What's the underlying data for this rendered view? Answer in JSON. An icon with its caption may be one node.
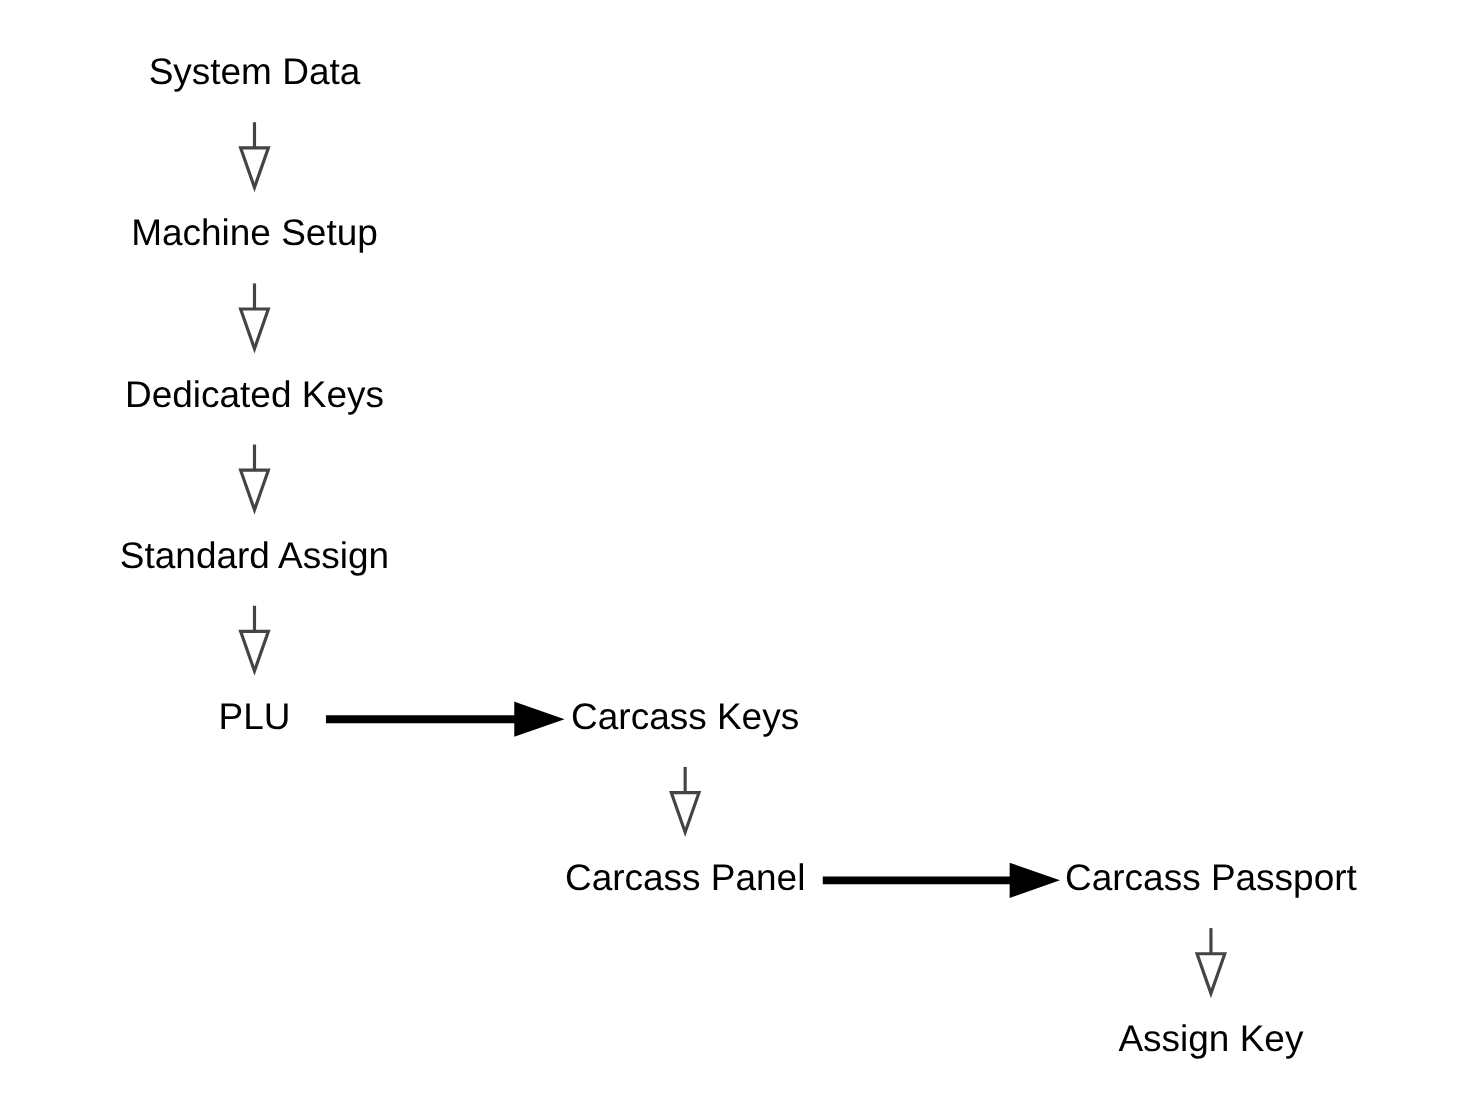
{
  "diagram": {
    "nodes": [
      {
        "text": [
          "System Data"
        ]
      },
      {
        "text": [
          "Machine Setup"
        ]
      },
      {
        "text": [
          "Dedicated Keys"
        ]
      },
      {
        "text": [
          "Standard Assign"
        ]
      },
      {
        "text": [
          "PLU"
        ]
      },
      {
        "text": [
          "Carcass Keys"
        ]
      },
      {
        "text": [
          "Carcass Panel"
        ]
      },
      {
        "text": [
          "Carcass Passport"
        ]
      },
      {
        "text": [
          "Assign Key"
        ]
      }
    ],
    "edges": [
      {
        "from": 0,
        "to": 1,
        "arrow": "to"
      },
      {
        "from": 1,
        "to": 2,
        "arrow": "to"
      },
      {
        "from": 2,
        "to": 3,
        "arrow": "to"
      },
      {
        "from": 3,
        "to": 4,
        "arrow": "to"
      },
      {
        "from": 4,
        "to": 5,
        "arrow": "to",
        "style": "thick"
      },
      {
        "from": 5,
        "to": 6,
        "arrow": "to"
      },
      {
        "from": 6,
        "to": 7,
        "arrow": "to",
        "style": "thick"
      },
      {
        "from": 7,
        "to": 8,
        "arrow": "to"
      }
    ]
  }
}
